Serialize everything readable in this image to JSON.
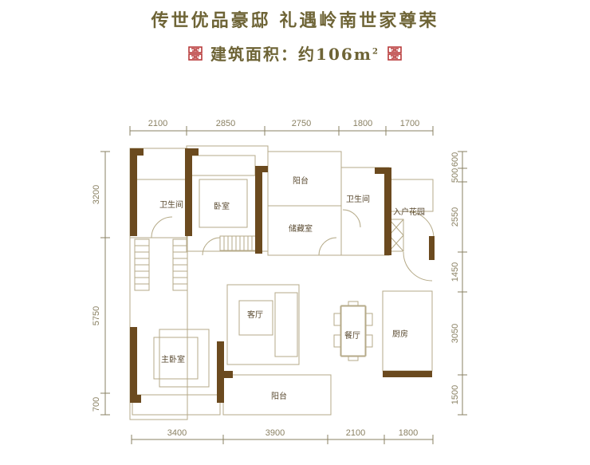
{
  "header": {
    "title": "传世优品豪邸  礼遇岭南世家尊荣",
    "area_label": "建筑面积：约",
    "area_value": "106m",
    "area_unit_sup": "2"
  },
  "colors": {
    "wall": "#6b4a1f",
    "line": "#b5aa88",
    "text": "#6e6436",
    "ornament": "#b83a3a"
  },
  "dimensions": {
    "top": [
      "2100",
      "2850",
      "2750",
      "1800",
      "1700"
    ],
    "bottom": [
      "3400",
      "3900",
      "2100",
      "1800"
    ],
    "left": [
      "3200",
      "5750",
      "700"
    ],
    "right": [
      "600",
      "500",
      "2550",
      "1450",
      "3050",
      "1500"
    ]
  },
  "rooms": {
    "bath1": "卫生间",
    "bedroom": "卧室",
    "balcony_n": "阳台",
    "storage": "储藏室",
    "bath2": "卫生间",
    "entry_garden": "入户花园",
    "living": "客厅",
    "dining": "餐厅",
    "kitchen": "厨房",
    "master": "主卧室",
    "balcony_s": "阳台"
  }
}
